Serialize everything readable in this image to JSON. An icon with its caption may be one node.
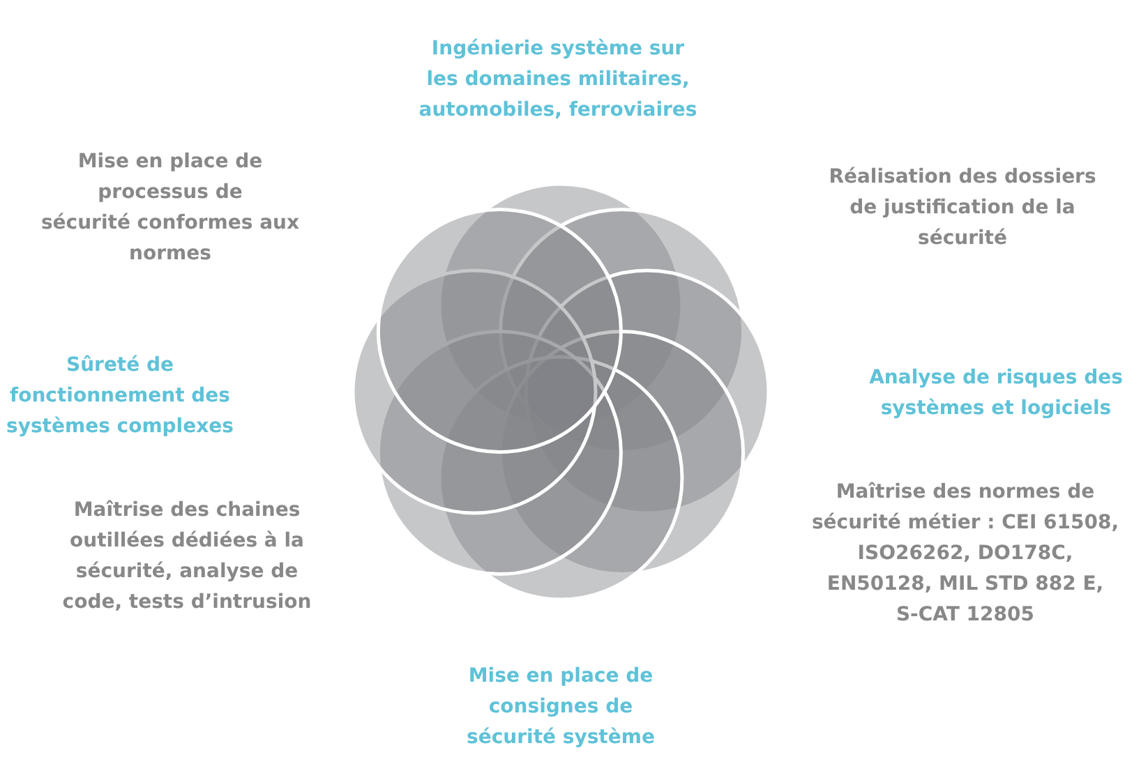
{
  "diagram": {
    "labels": [
      "Ingénierie système sur les domaines militaires, automobiles, ferroviaires",
      "Mise en place de processus de sécurité conformes aux normes",
      "Réalisation des dossiers de justification de la sécurité",
      "Sûreté de fonctionnement des systèmes complexes",
      "Analyse de risques des systèmes et logiciels",
      "Maîtrise des normes de sécurité métier : CEI 61508, ISO26262, DO178C, EN50128, MIL STD 882 E, S-CAT 12805",
      "Maîtrise des chaines outillées dédiées à la sécurité, analyse de code, tests d’intrusion",
      "Mise en place de consignes de sécurité système"
    ]
  }
}
